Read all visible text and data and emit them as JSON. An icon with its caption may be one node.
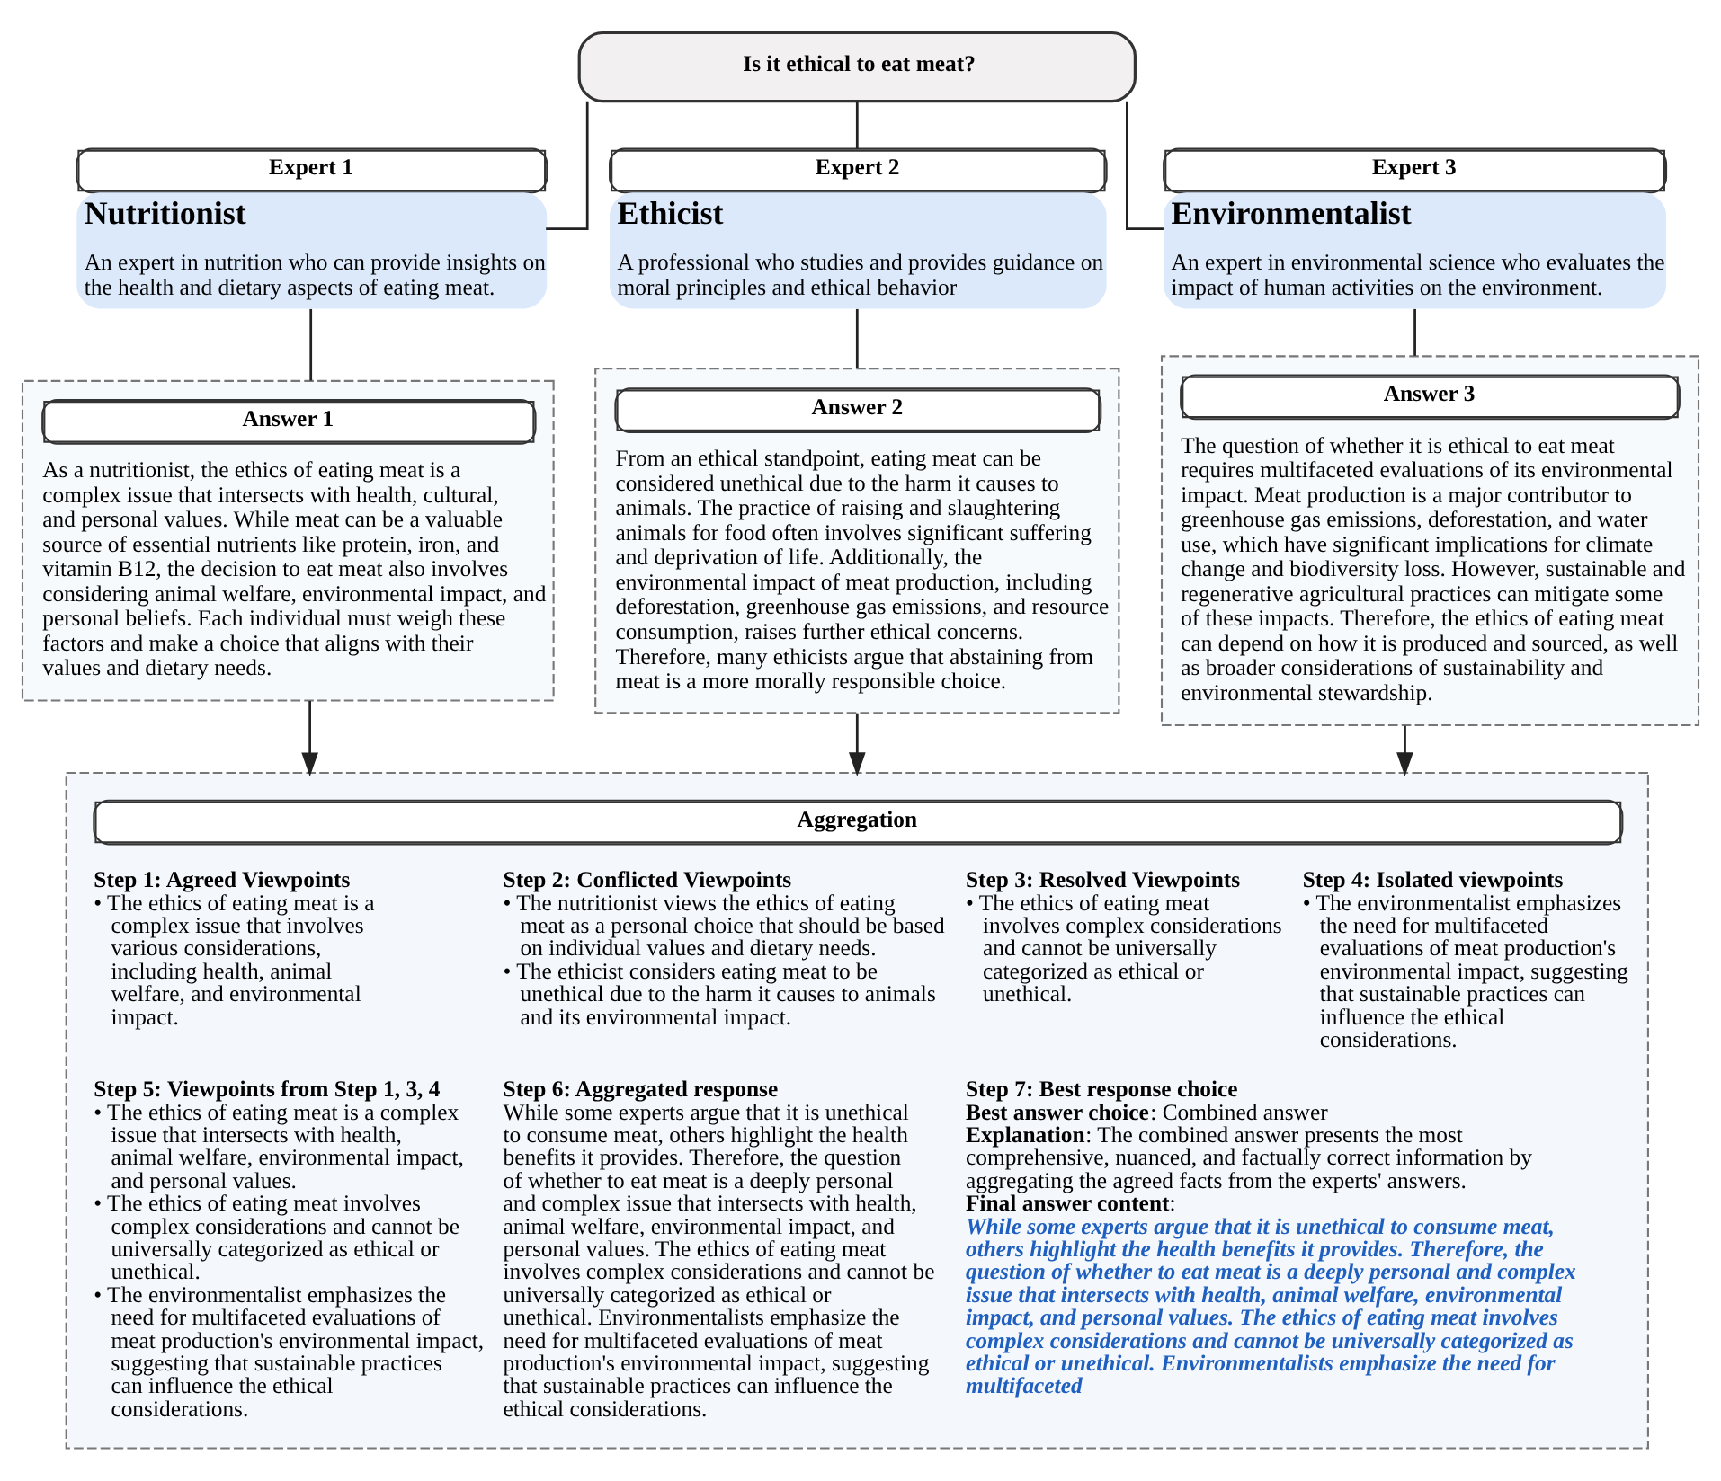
{
  "diagram": {
    "nodes": [
      {
        "text": [
          "Is it ethical to eat meat?"
        ]
      },
      {
        "text": [
          "Expert 1",
          "Nutritionist",
          "An expert in nutrition who can provide insights on the health and dietary aspects of eating meat."
        ]
      },
      {
        "text": [
          "Expert 2",
          "Ethicist",
          "A professional who studies and provides guidance on moral principles and ethical behavior"
        ]
      },
      {
        "text": [
          "Expert 3",
          "Environmentalist",
          "An expert in environmental science who evaluates the impact of human activities on the environment."
        ]
      },
      {
        "text": [
          "Answer 1",
          "As a nutritionist, the ethics of eating meat is a complex issue that intersects with health, cultural, and personal values. While meat can be a valuable source of essential nutrients like protein, iron, and vitamin B12, the decision to eat meat also involves considering animal welfare, environmental impact, and personal beliefs. Each individual must weigh these factors and make a choice that aligns with their values and dietary needs."
        ]
      },
      {
        "text": [
          "Answer 2",
          "From an ethical standpoint, eating meat can be considered unethical due to the harm it causes to animals. The practice of raising and slaughtering animals for food often involves significant suffering and deprivation of life. Additionally, the environmental impact of meat production, including deforestation, greenhouse gas emissions, and resource consumption, raises further ethical concerns. Therefore, many ethicists argue that abstaining from meat is a more morally responsible choice."
        ]
      },
      {
        "text": [
          "Answer 3",
          "The question of whether it is ethical to eat meat requires multifaceted evaluations of its environmental impact. Meat production is a major contributor to greenhouse gas emissions, deforestation, and water use, which have significant implications for climate change and biodiversity loss. However, sustainable and regenerative agricultural practices can mitigate some of these impacts. Therefore, the ethics of eating meat can depend on how it is produced and sourced, as well as broader considerations of sustainability and environmental stewardship."
        ]
      },
      {
        "text": [
          "Aggregation",
          "Step 1: Agreed Viewpoints",
          "• The ethics of eating meat is a complex issue that involves various considerations, including health, animal welfare, and environmental impact.",
          "Step 2: Conflicted Viewpoints",
          "• The nutritionist views the ethics of eating meat as a personal choice that should be based on individual values and dietary needs.",
          "• The ethicist considers eating meat to be unethical due to the harm it causes to animals and its environmental impact.",
          "Step 3: Resolved Viewpoints",
          "• The ethics of eating meat involves complex considerations and cannot be universally categorized as ethical or unethical.",
          "Step 4: Isolated viewpoints",
          "• The environmentalist emphasizes the need for multifaceted evaluations of meat production's environmental impact, suggesting that sustainable practices can influence the ethical considerations.",
          "Step 5: Viewpoints from Step 1, 3, 4",
          "• The ethics of eating meat is a complex issue that intersects with health, animal welfare, environmental impact, and personal values.",
          "• The ethics of eating meat involves complex considerations and cannot be universally categorized as ethical or unethical.",
          "• The environmentalist emphasizes the need for multifaceted evaluations of meat production's environmental impact, suggesting that sustainable practices can influence the ethical considerations.",
          "Step 6: Aggregated response",
          "While some experts argue that it is unethical to consume meat, others highlight the health benefits it provides. Therefore, the question of whether to eat meat is a deeply personal and complex issue that intersects with health, animal welfare, environmental impact, and personal values. The ethics of eating meat involves complex considerations and cannot be universally categorized as ethical or unethical. Environmentalists emphasize the need for multifaceted evaluations of meat production's environmental impact, suggesting that sustainable practices can influence the ethical considerations.",
          "Step 7: Best response choice",
          "**Best answer choice**: Combined answer",
          "**Explanation**: The combined answer presents the most comprehensive, nuanced, and factually correct information by aggregating the agreed facts from the experts' answers.",
          "**Final answer content**:",
          "While some experts argue that it is unethical to consume meat, others highlight the health benefits it provides. Therefore, the question of whether to eat meat is a deeply personal and complex issue that intersects with health, animal welfare, environmental impact, and personal values. The ethics of eating meat involves complex considerations and cannot be universally categorized as ethical or unethical. Environmentalists emphasize the need for multifaceted"
        ]
      }
    ],
    "edges": [
      {
        "from": 0,
        "to": 1,
        "arrow": "none"
      },
      {
        "from": 0,
        "to": 2,
        "arrow": "none"
      },
      {
        "from": 0,
        "to": 3,
        "arrow": "none"
      },
      {
        "from": 1,
        "to": 4,
        "arrow": "none"
      },
      {
        "from": 2,
        "to": 5,
        "arrow": "none"
      },
      {
        "from": 3,
        "to": 6,
        "arrow": "none"
      },
      {
        "from": 4,
        "to": 7,
        "arrow": "to"
      },
      {
        "from": 5,
        "to": 7,
        "arrow": "to"
      },
      {
        "from": 6,
        "to": 7,
        "arrow": "to"
      }
    ]
  }
}
